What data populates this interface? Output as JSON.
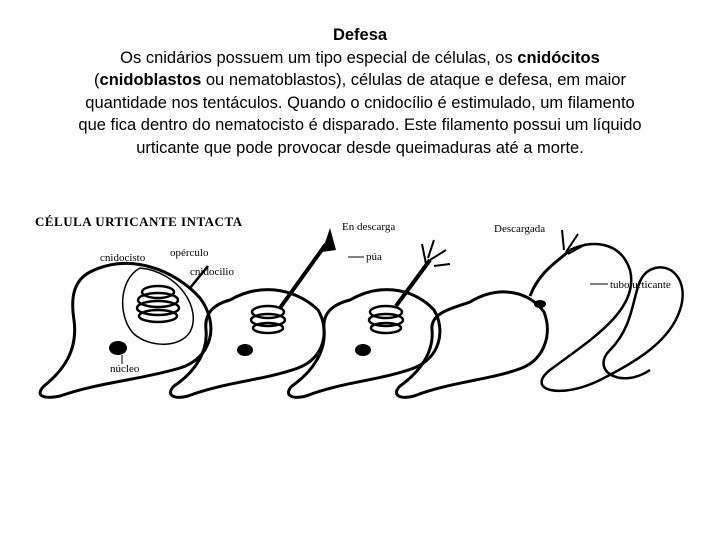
{
  "text": {
    "title": "Defesa",
    "line1_a": "Os cnidários possuem um tipo especial de células, os ",
    "line1_b": "cnidócitos",
    "line2_a": "(",
    "line2_b": "cnidoblastos",
    "line2_c": " ou nematoblastos), células de ataque e defesa, em maior",
    "line3": "quantidade nos tentáculos. Quando o cnidocílio é estimulado, um filamento",
    "line4": "que fica dentro do nematocisto é disparado. Este filamento possui um líquido",
    "line5": "urticante que pode provocar desde queimaduras até a morte."
  },
  "figure": {
    "stage_intact": "CÉLULA URTICANTE INTACTA",
    "stage_discharging": "En descarga",
    "stage_discharged": "Descargada",
    "label_cnidocisto": "cnidocisto",
    "label_operculo": "opérculo",
    "label_cnidocilio": "cnidocilio",
    "label_nucleo": "núcleo",
    "label_pua": "púa",
    "label_tubo": "tubo urticante"
  }
}
